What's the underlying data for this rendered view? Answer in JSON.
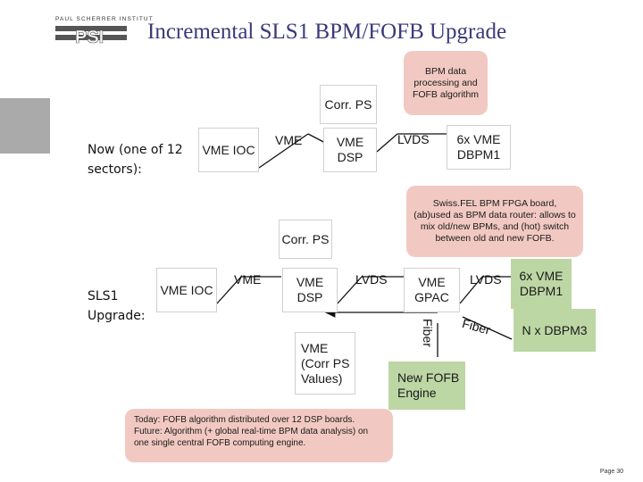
{
  "header": {
    "title": "Incremental SLS1 BPM/FOFB Upgrade",
    "logo_text": "PAUL SCHERRER INSTITUT",
    "logo_mark": "PSI"
  },
  "sections": {
    "now": "Now (one of 12 sectors):",
    "upgrade": "SLS1 Upgrade:"
  },
  "top_diagram": {
    "vme_ioc": "VME IOC",
    "vme_link": "VME",
    "corr_ps": "Corr. PS",
    "vme_dsp": "VME DSP",
    "lvds": "LVDS",
    "dbpm": "6x VME DBPM1",
    "callout": "BPM data processing and FOFB algorithm"
  },
  "bottom_diagram": {
    "vme_ioc": "VME IOC",
    "vme_link": "VME",
    "corr_ps": "Corr. PS",
    "vme_dsp": "VME DSP",
    "lvds_1": "LVDS",
    "vme_gpac": "VME GPAC",
    "lvds_2": "LVDS",
    "dbpm1": "6x VME DBPM1",
    "fiber_vertical": "Fiber",
    "fiber_diag": "Fiber",
    "dbpm3": "N x DBPM3",
    "corr_values": "VME (Corr PS Values)",
    "new_fofb": "New FOFB Engine",
    "callout_swissfel": "Swiss.FEL BPM FPGA board, (ab)used as BPM data router: allows to mix old/new BPMs, and (hot) switch between old and new FOFB.",
    "callout_today": "Today: FOFB algorithm distributed over 12 DSP boards. Future: Algorithm (+ global real-time BPM data analysis) on one single central FOFB computing engine."
  },
  "footer": {
    "page": "Page 30"
  },
  "colors": {
    "green_box": "#bcd6a4",
    "callout": "#f2c9c2",
    "title": "#3a3a7a"
  }
}
